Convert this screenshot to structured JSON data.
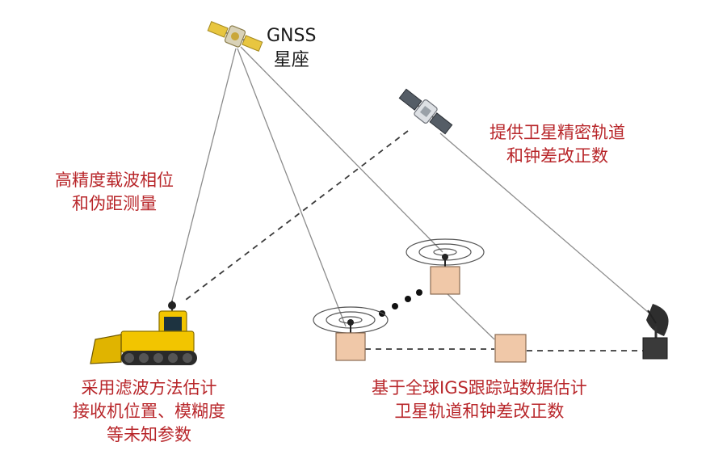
{
  "colors": {
    "label_red": "#b8262a",
    "label_dark": "#1b1b1b",
    "measurement_line": "#8c8c8c",
    "dashed_link": "#3a3a3a",
    "satellite_panel": "#e8c640",
    "bulldozer_body": "#f2c500",
    "station_box": "#f0c8a8"
  },
  "labels": {
    "gnss": [
      "GNSS",
      "星座"
    ],
    "carrier_phase": [
      "高精度载波相位",
      "和伪距测量"
    ],
    "orbit_clock": [
      "提供卫星精密轨道",
      "和钟差改正数"
    ],
    "filter": [
      "采用滤波方法估计",
      "接收机位置、模糊度",
      "等未知参数"
    ],
    "igs": [
      "基于全球IGS跟踪站数据估计",
      "卫星轨道和钟差改正数"
    ]
  },
  "icons": {
    "gnss_satellite": "satellite-icon",
    "correction_satellite": "satellite-icon",
    "user_receiver": "bulldozer-icon",
    "tracking_station": "antenna-box-icon",
    "control_center": "satellite-dish-icon"
  }
}
